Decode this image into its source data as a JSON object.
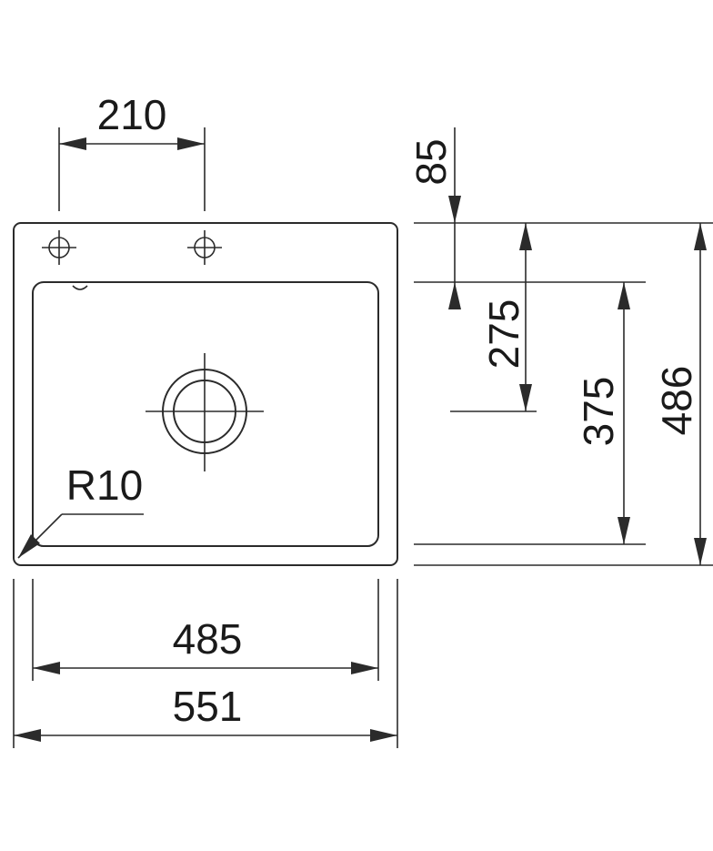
{
  "drawing": {
    "dimensions": {
      "tap_hole_spacing": "210",
      "top_to_bowl": "85",
      "top_to_drain": "275",
      "bowl_depth": "375",
      "overall_depth": "486",
      "bowl_width": "485",
      "overall_width": "551",
      "corner_radius": "R10"
    }
  }
}
